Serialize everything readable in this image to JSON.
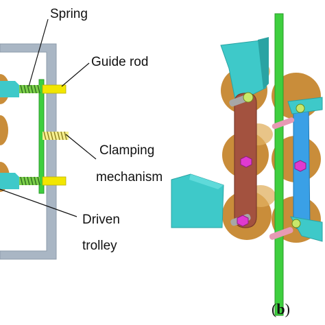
{
  "labels": {
    "spring": "Spring",
    "guide_rod": "Guide rod",
    "clamping_line1": "Clamping",
    "clamping_line2": "mechanism",
    "driven_line1": "Driven",
    "driven_line2": "trolley"
  },
  "panel_label": {
    "open": "(",
    "letter": "b",
    "close": ")"
  },
  "colors": {
    "frame": "#a9b6c4",
    "cyan": "#3ec9c9",
    "cyan_dark": "#2aa3a3",
    "green": "#3ecf3e",
    "yellow": "#f2e600",
    "wheel": "#c98d3a",
    "wheel_light": "#e0b060",
    "brown_plate": "#a3523f",
    "blue_plate": "#3aa0e6",
    "magenta": "#e03ad0"
  }
}
